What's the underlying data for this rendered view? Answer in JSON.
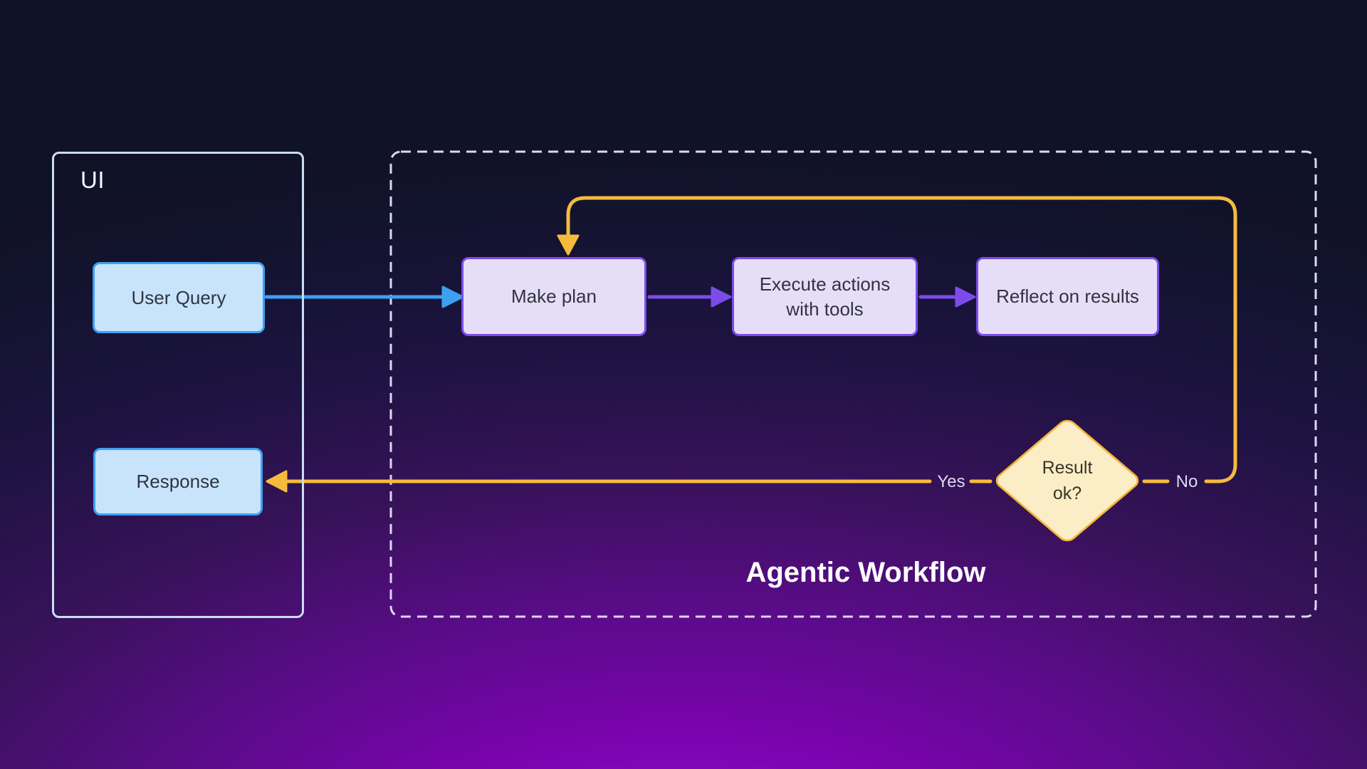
{
  "ui_panel": {
    "title": "UI",
    "nodes": {
      "user_query": {
        "label": "User Query"
      },
      "response": {
        "label": "Response"
      }
    }
  },
  "workflow_panel": {
    "title": "Agentic Workflow",
    "nodes": {
      "make_plan": {
        "label": "Make plan"
      },
      "execute_actions": {
        "line1": "Execute actions",
        "line2": "with tools"
      },
      "reflect": {
        "label": "Reflect on results"
      },
      "decision": {
        "line1": "Result",
        "line2": "ok?"
      }
    }
  },
  "edge_labels": {
    "yes": "Yes",
    "no": "No"
  },
  "edges": [
    {
      "from": "User Query",
      "to": "Make plan",
      "color": "#3da0f3"
    },
    {
      "from": "Make plan",
      "to": "Execute actions with tools",
      "color": "#7c4ceb"
    },
    {
      "from": "Execute actions with tools",
      "to": "Reflect on results",
      "color": "#7c4ceb"
    },
    {
      "from": "Result ok?",
      "to": "Response",
      "label": "Yes",
      "color": "#f6bb3d"
    },
    {
      "from": "Result ok?",
      "to": "Make plan",
      "label": "No",
      "color": "#f6bb3d"
    }
  ],
  "colors": {
    "background_top": "#12142d",
    "background_glow": "#7a03af",
    "blue_node_fill": "#c7e4fc",
    "blue_node_border": "#3da0f3",
    "purple_node_fill": "#e6def8",
    "purple_node_border": "#7c4ceb",
    "diamond_fill": "#fbeec6",
    "diamond_border": "#f4b63a",
    "arrow_blue": "#3da0f3",
    "arrow_purple": "#7c4ceb",
    "arrow_yellow": "#f6bb3d",
    "container_border": "#c9def2",
    "dashed_border": "#dcd7f2"
  }
}
